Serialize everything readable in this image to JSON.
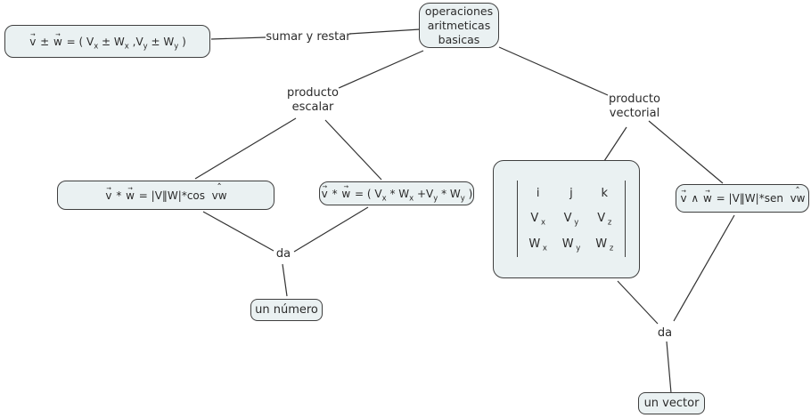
{
  "colors": {
    "bg": "#ffffff",
    "node_fill": "#eaf1f2",
    "node_border": "#3f3f3f",
    "line": "#333333",
    "text": "#2b2b2b"
  },
  "nodes": {
    "root": {
      "text": "operaciones\naritmeticas\nbasicas"
    },
    "sum_formula": {
      "segments": [
        {
          "vec": "v"
        },
        {
          "t": " ± "
        },
        {
          "vec": "w"
        },
        {
          "t": " = ( V"
        },
        {
          "sub": "x"
        },
        {
          "t": " ± W"
        },
        {
          "sub": "x"
        },
        {
          "t": " ,V"
        },
        {
          "sub": "y"
        },
        {
          "t": " ± W"
        },
        {
          "sub": "y"
        },
        {
          "t": " )"
        }
      ]
    },
    "dot_cos_formula": {
      "segments": [
        {
          "vec": "v"
        },
        {
          "t": " * "
        },
        {
          "vec": "w"
        },
        {
          "t": " = |V‖W|*cos  "
        },
        {
          "hat": "vw"
        }
      ]
    },
    "dot_comp_formula": {
      "segments": [
        {
          "vec": "v"
        },
        {
          "t": " * "
        },
        {
          "vec": "w"
        },
        {
          "t": " = ( V"
        },
        {
          "sub": "x"
        },
        {
          "t": " * W"
        },
        {
          "sub": "x"
        },
        {
          "t": " +V"
        },
        {
          "sub": "y"
        },
        {
          "t": " * W"
        },
        {
          "sub": "y"
        },
        {
          "t": " )"
        }
      ]
    },
    "cross_formula": {
      "segments": [
        {
          "vec": "v"
        },
        {
          "t": " ∧ "
        },
        {
          "vec": "w"
        },
        {
          "t": " = |V‖W|*sen  "
        },
        {
          "hat": "vw"
        }
      ]
    },
    "matrix": {
      "rows": [
        [
          {
            "b": "i"
          },
          {
            "b": "j"
          },
          {
            "b": "k"
          }
        ],
        [
          {
            "b": "V",
            "s": "x"
          },
          {
            "b": "V",
            "s": "y"
          },
          {
            "b": "V",
            "s": "z"
          }
        ],
        [
          {
            "b": "W",
            "s": "x"
          },
          {
            "b": "W",
            "s": "y"
          },
          {
            "b": "W",
            "s": "z"
          }
        ]
      ]
    },
    "numero": {
      "label": "un número"
    },
    "vector": {
      "label": "un vector"
    }
  },
  "edge_labels": {
    "sumar": "sumar y restar",
    "escalar": "producto\nescalar",
    "vectorial": "producto\nvectorial",
    "da_left": "da",
    "da_right": "da"
  }
}
